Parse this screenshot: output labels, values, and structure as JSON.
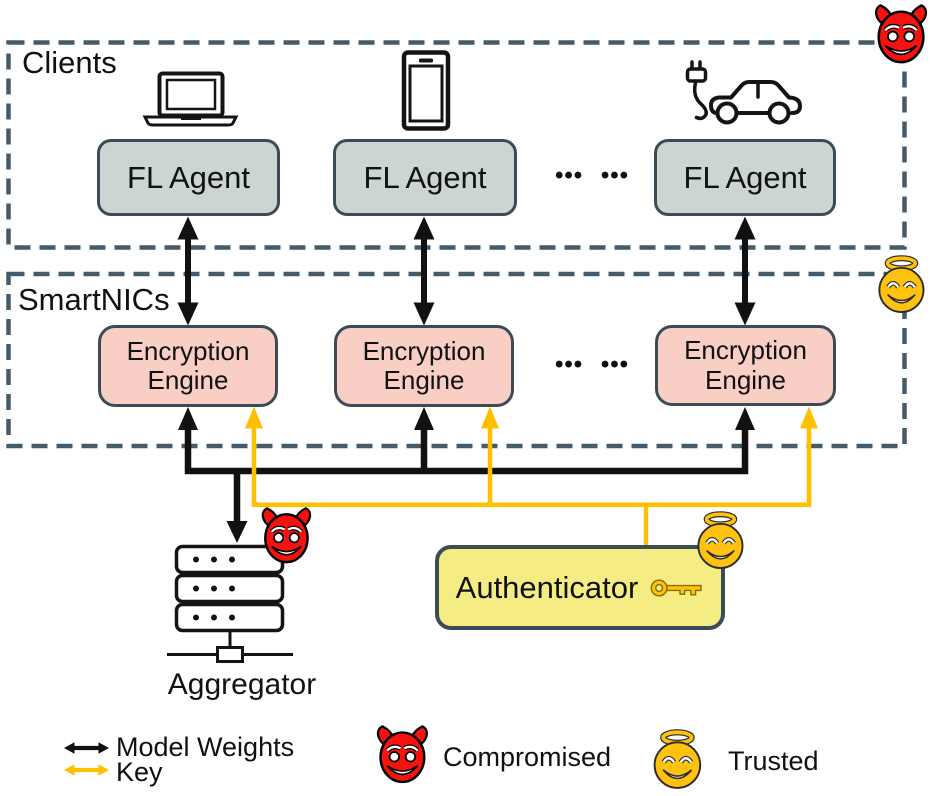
{
  "diagram": {
    "clients": {
      "label": "Clients",
      "agents": [
        "FL Agent",
        "FL Agent",
        "FL Agent"
      ],
      "devices": [
        "laptop-icon",
        "smartphone-icon",
        "electric-car-icon"
      ],
      "ellipsis": "••• •••"
    },
    "smartnics": {
      "label": "SmartNICs",
      "engines": [
        "Encryption Engine",
        "Encryption Engine",
        "Encryption Engine"
      ],
      "ellipsis": "••• •••"
    },
    "aggregator": {
      "label": "Aggregator",
      "icon": "server-stack-icon",
      "status_icon": "devil-icon"
    },
    "authenticator": {
      "label": "Authenticator",
      "icon": "key-icon",
      "status_icon": "angel-icon"
    },
    "status_markers": {
      "clients_zone": "compromised",
      "smartnics_zone": "trusted",
      "aggregator": "compromised",
      "authenticator": "trusted"
    }
  },
  "legend": {
    "model_weights": "Model Weights",
    "key": "Key",
    "compromised": "Compromised",
    "trusted": "Trusted"
  },
  "colors": {
    "fl_agent_fill": "#CBD5D1",
    "encryption_fill": "#F9CFC5",
    "authenticator_fill": "#F5EC83",
    "box_border": "#3C4C56",
    "dashed_border": "#475A68",
    "model_weights_arrow": "#111111",
    "key_arrow": "#FFC000",
    "compromised_color": "#F6130F",
    "trusted_color": "#FFC20E"
  }
}
